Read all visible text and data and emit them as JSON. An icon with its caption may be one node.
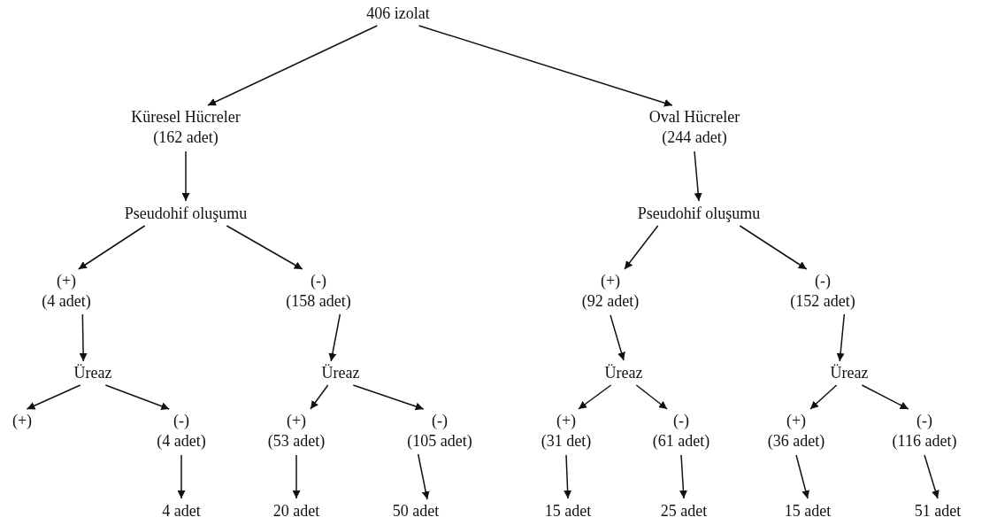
{
  "diagram": {
    "nodes": [
      {
        "text": [
          "406 izolat"
        ]
      },
      {
        "text": [
          "Küresel Hücreler",
          "(162 adet)"
        ]
      },
      {
        "text": [
          "Oval Hücreler",
          "(244 adet)"
        ]
      },
      {
        "text": [
          "Pseudohif oluşumu"
        ]
      },
      {
        "text": [
          "Pseudohif oluşumu"
        ]
      },
      {
        "text": [
          "(+)",
          "(4 adet)"
        ]
      },
      {
        "text": [
          "(-)",
          "(158 adet)"
        ]
      },
      {
        "text": [
          "(+)",
          "(92 adet)"
        ]
      },
      {
        "text": [
          "(-)",
          "(152 adet)"
        ]
      },
      {
        "text": [
          "Üreaz"
        ]
      },
      {
        "text": [
          "Üreaz"
        ]
      },
      {
        "text": [
          "Üreaz"
        ]
      },
      {
        "text": [
          "Üreaz"
        ]
      },
      {
        "text": [
          "(+)"
        ]
      },
      {
        "text": [
          "(-)",
          "(4 adet)"
        ]
      },
      {
        "text": [
          "(+)",
          "(53 adet)"
        ]
      },
      {
        "text": [
          "(-)",
          "(105 adet)"
        ]
      },
      {
        "text": [
          "(+)",
          "(31 det)"
        ]
      },
      {
        "text": [
          "(-)",
          "(61 adet)"
        ]
      },
      {
        "text": [
          "(+)",
          "(36 adet)"
        ]
      },
      {
        "text": [
          "(-)",
          "(116 adet)"
        ]
      },
      {
        "text": [
          "4 adet"
        ]
      },
      {
        "text": [
          "20 adet"
        ]
      },
      {
        "text": [
          "50 adet"
        ]
      },
      {
        "text": [
          "15 adet"
        ]
      },
      {
        "text": [
          "25 adet"
        ]
      },
      {
        "text": [
          "15 adet"
        ]
      },
      {
        "text": [
          "51 adet"
        ]
      }
    ],
    "edges": [
      {
        "from": 0,
        "to": 1,
        "arrow": "to"
      },
      {
        "from": 0,
        "to": 2,
        "arrow": "to"
      },
      {
        "from": 1,
        "to": 3,
        "arrow": "to"
      },
      {
        "from": 2,
        "to": 4,
        "arrow": "to"
      },
      {
        "from": 3,
        "to": 5,
        "arrow": "to"
      },
      {
        "from": 3,
        "to": 6,
        "arrow": "to"
      },
      {
        "from": 4,
        "to": 7,
        "arrow": "to"
      },
      {
        "from": 4,
        "to": 8,
        "arrow": "to"
      },
      {
        "from": 5,
        "to": 9,
        "arrow": "to"
      },
      {
        "from": 6,
        "to": 10,
        "arrow": "to"
      },
      {
        "from": 7,
        "to": 11,
        "arrow": "to"
      },
      {
        "from": 8,
        "to": 12,
        "arrow": "to"
      },
      {
        "from": 9,
        "to": 13,
        "arrow": "to"
      },
      {
        "from": 9,
        "to": 14,
        "arrow": "to"
      },
      {
        "from": 10,
        "to": 15,
        "arrow": "to"
      },
      {
        "from": 10,
        "to": 16,
        "arrow": "to"
      },
      {
        "from": 11,
        "to": 17,
        "arrow": "to"
      },
      {
        "from": 11,
        "to": 18,
        "arrow": "to"
      },
      {
        "from": 12,
        "to": 19,
        "arrow": "to"
      },
      {
        "from": 12,
        "to": 20,
        "arrow": "to"
      },
      {
        "from": 14,
        "to": 21,
        "arrow": "to"
      },
      {
        "from": 15,
        "to": 22,
        "arrow": "to"
      },
      {
        "from": 16,
        "to": 23,
        "arrow": "to"
      },
      {
        "from": 17,
        "to": 24,
        "arrow": "to"
      },
      {
        "from": 18,
        "to": 25,
        "arrow": "to"
      },
      {
        "from": 19,
        "to": 26,
        "arrow": "to"
      },
      {
        "from": 20,
        "to": 27,
        "arrow": "to"
      }
    ]
  }
}
